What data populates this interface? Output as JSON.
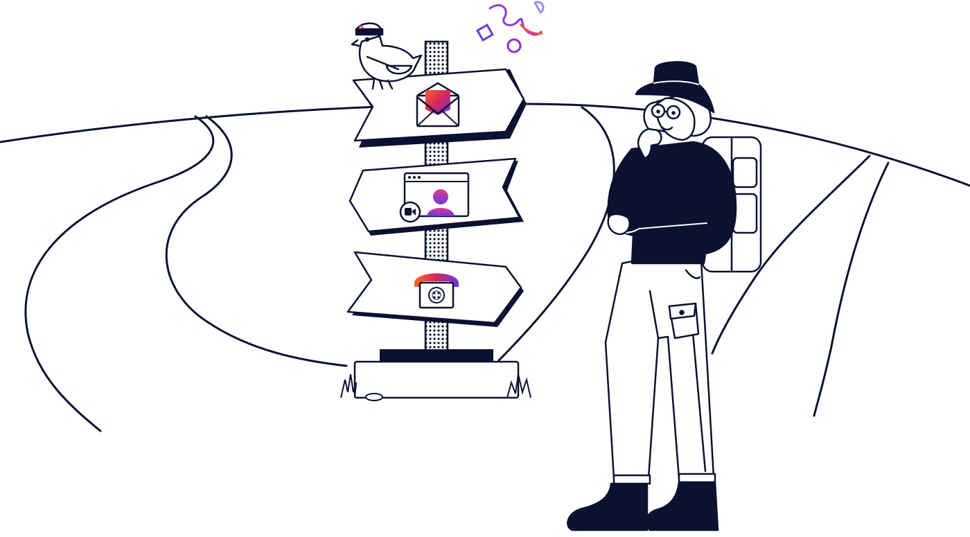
{
  "illustration": {
    "signpost": {
      "signs": [
        {
          "direction": "right",
          "icon": "envelope-icon"
        },
        {
          "direction": "left",
          "icon": "video-call-icon"
        },
        {
          "direction": "right",
          "icon": "telephone-icon"
        }
      ]
    },
    "bird": {
      "icon": "bird-with-cap-and-satchel"
    },
    "hiker": {
      "icon": "hiker-with-bucket-hat-and-backpack"
    },
    "confetti": {
      "icons": [
        "diamond-icon",
        "squiggle-icon",
        "circle-icon",
        "half-circle-icon"
      ]
    },
    "colors": {
      "ink": "#0b1130",
      "gradient_start": "#ff5f2e",
      "gradient_mid": "#d1275f",
      "gradient_end": "#6c33e6",
      "confetti_purple": "#6b3bd6",
      "confetti_red": "#ff4d4d",
      "confetti_lavender": "#9a8cf0"
    }
  }
}
